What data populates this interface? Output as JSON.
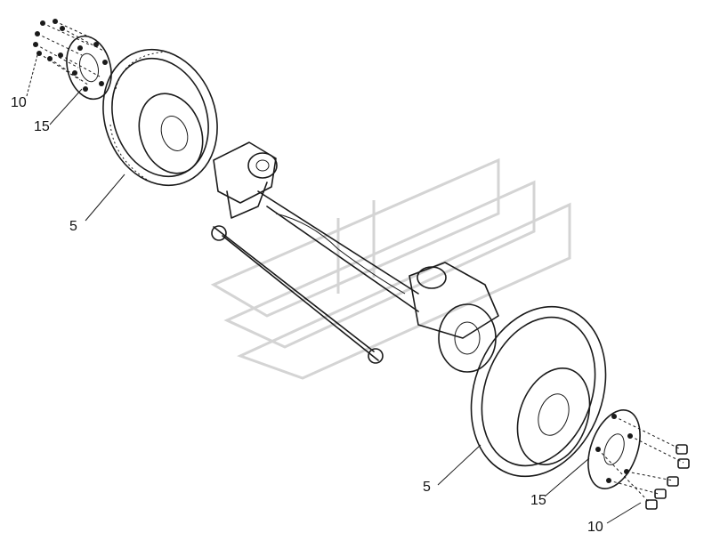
{
  "callouts": [
    {
      "id": "nut-left",
      "label": "10"
    },
    {
      "id": "rim-left",
      "label": "15"
    },
    {
      "id": "tire-left",
      "label": "5"
    },
    {
      "id": "tire-right",
      "label": "5"
    },
    {
      "id": "rim-right",
      "label": "15"
    },
    {
      "id": "nut-right",
      "label": "10"
    }
  ],
  "colors": {
    "ink": "#1a1a1a",
    "watermark": "#d4d4d4",
    "background": "#ffffff"
  }
}
